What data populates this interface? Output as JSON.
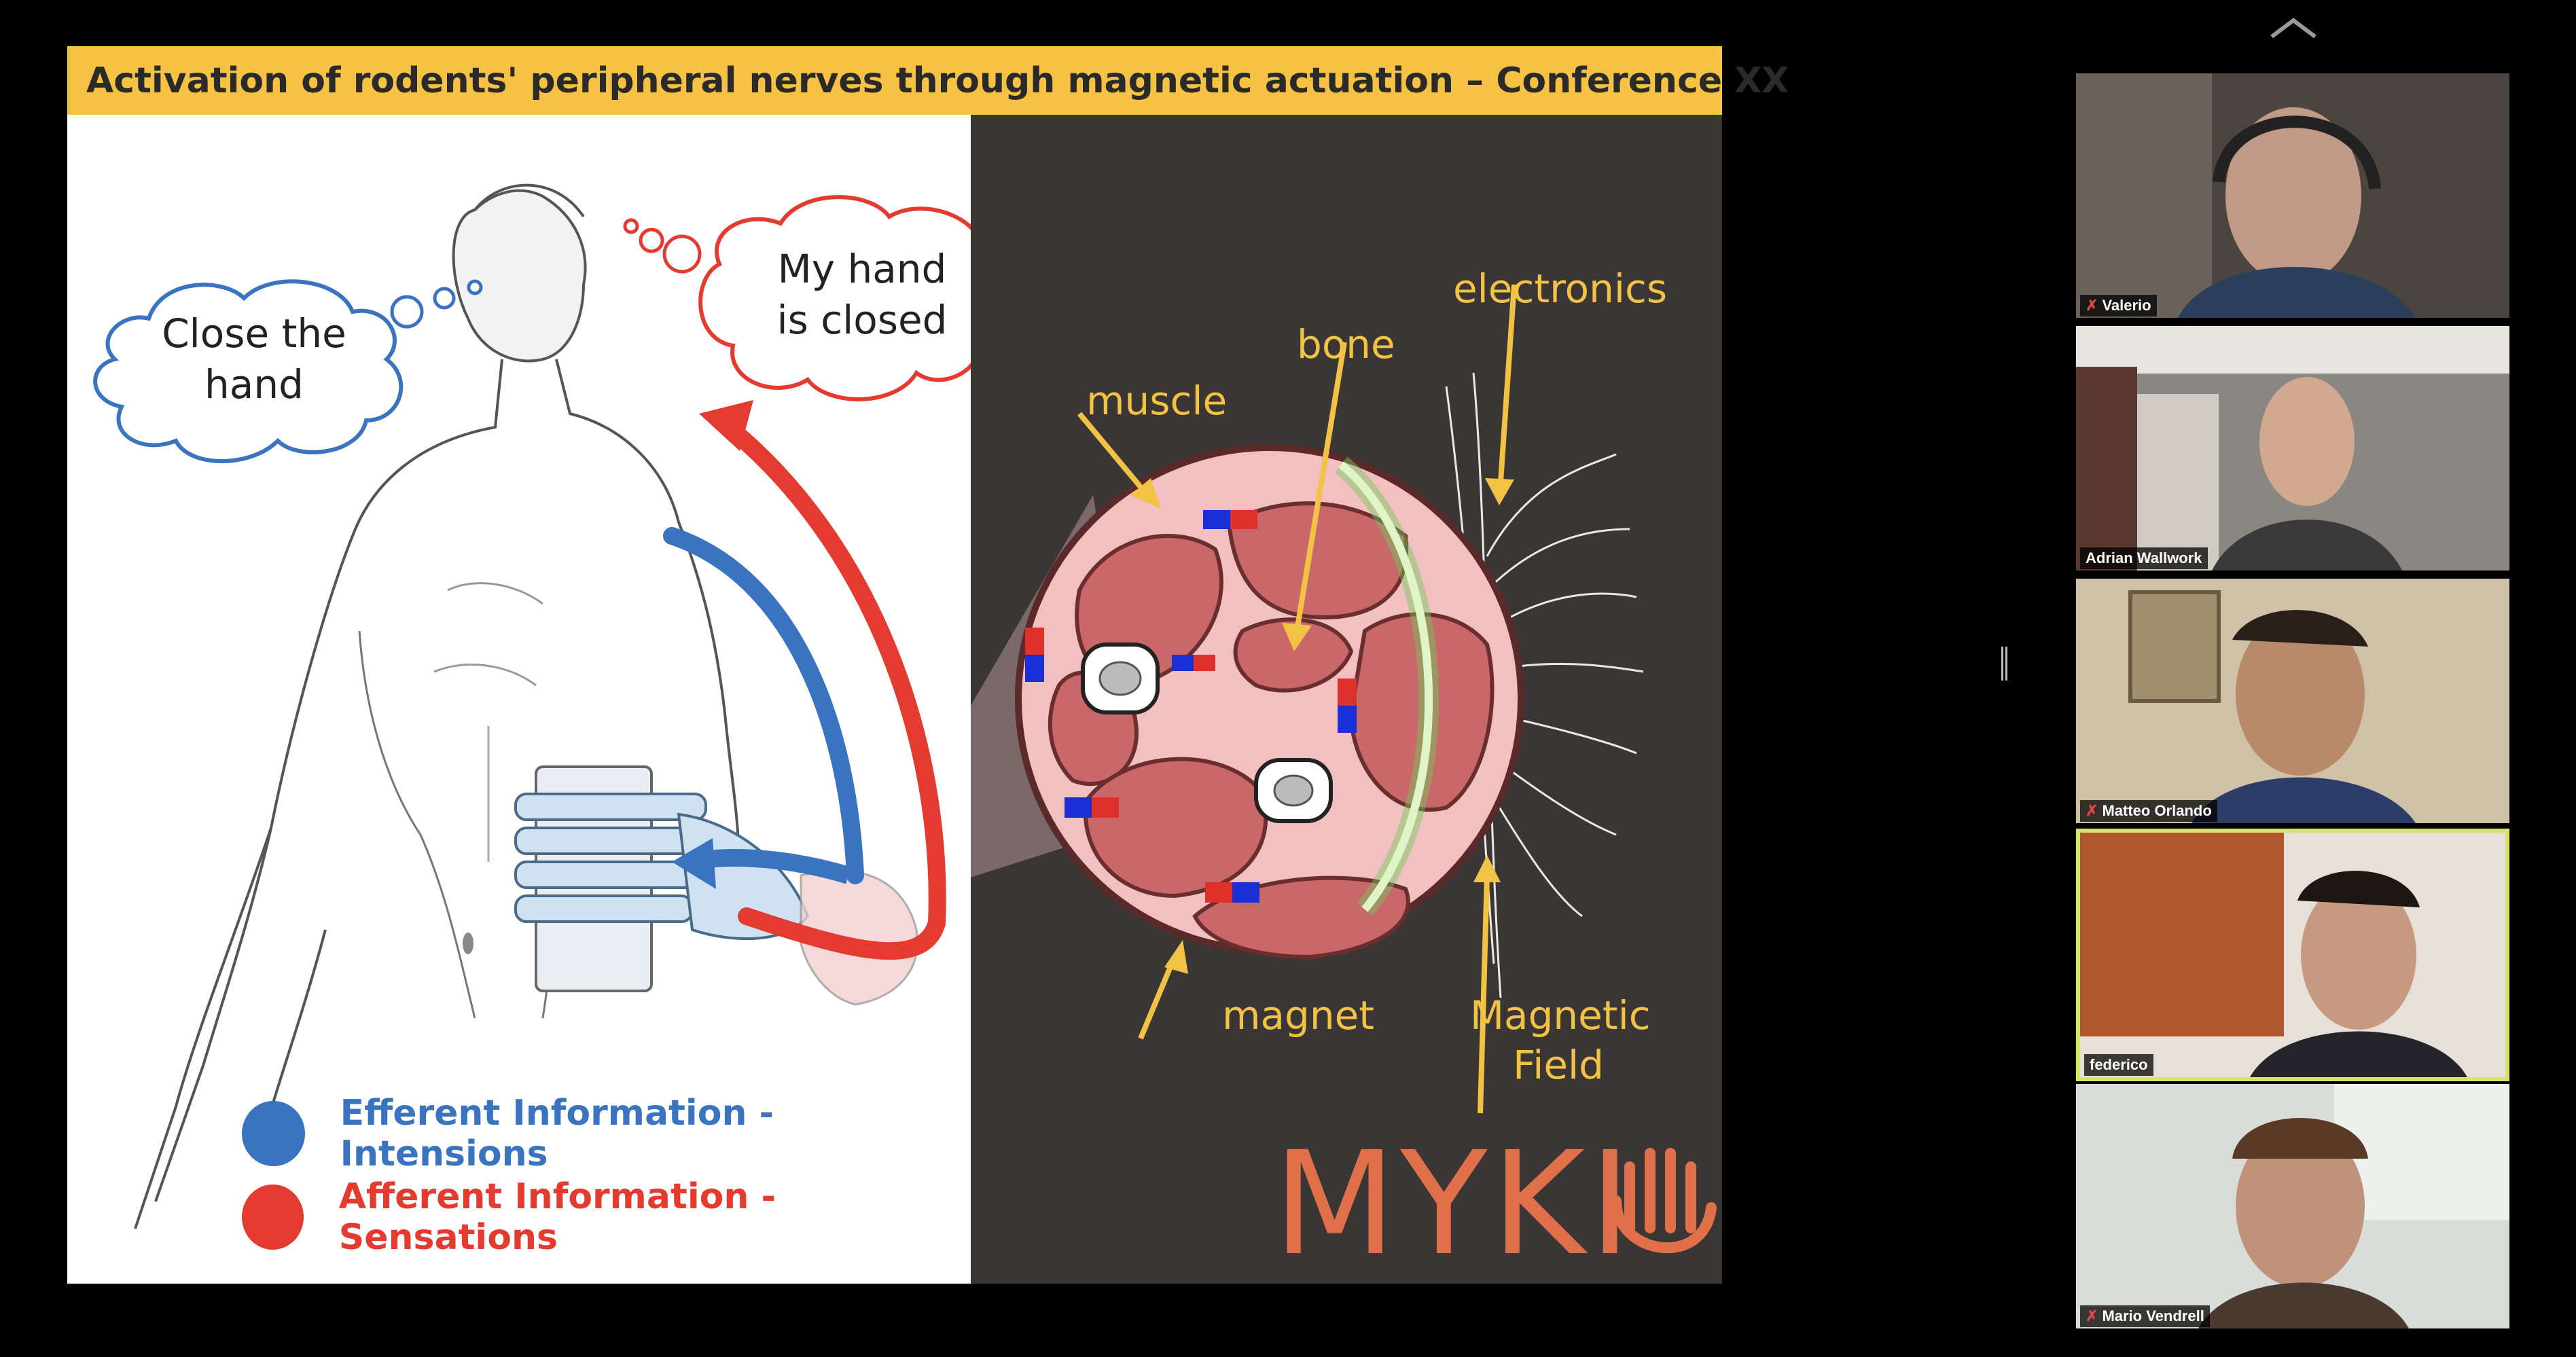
{
  "slide": {
    "title": "Activation of rodents' peripheral nerves through magnetic actuation – Conference XX",
    "thought_left_line1": "Close the",
    "thought_left_line2": "hand",
    "thought_right_line1": "My hand",
    "thought_right_line2": "is closed",
    "legend": [
      {
        "label": "Efferent Information - Intensions",
        "color": "#3a73c0"
      },
      {
        "label": "Afferent Information - Sensations",
        "color": "#e53a2f"
      }
    ],
    "labels": {
      "muscle": "muscle",
      "bone": "bone",
      "electronics": "electronics",
      "magnet": "magnet",
      "magnetic_field_line1": "Magnetic",
      "magnetic_field_line2": "Field"
    },
    "brand": "MYKI",
    "colors": {
      "title_bar": "#f6c244",
      "accent_yellow": "#f2c244",
      "brand": "#e0704a",
      "dark_panel": "#3b3636"
    }
  },
  "participants": [
    {
      "name": "Valerio",
      "muted": true,
      "active": false
    },
    {
      "name": "Adrian Wallwork",
      "muted": false,
      "active": false
    },
    {
      "name": "Matteo Orlando",
      "muted": true,
      "active": false
    },
    {
      "name": "federico",
      "muted": false,
      "active": true
    },
    {
      "name": "Mario Vendrell",
      "muted": true,
      "active": false
    }
  ]
}
